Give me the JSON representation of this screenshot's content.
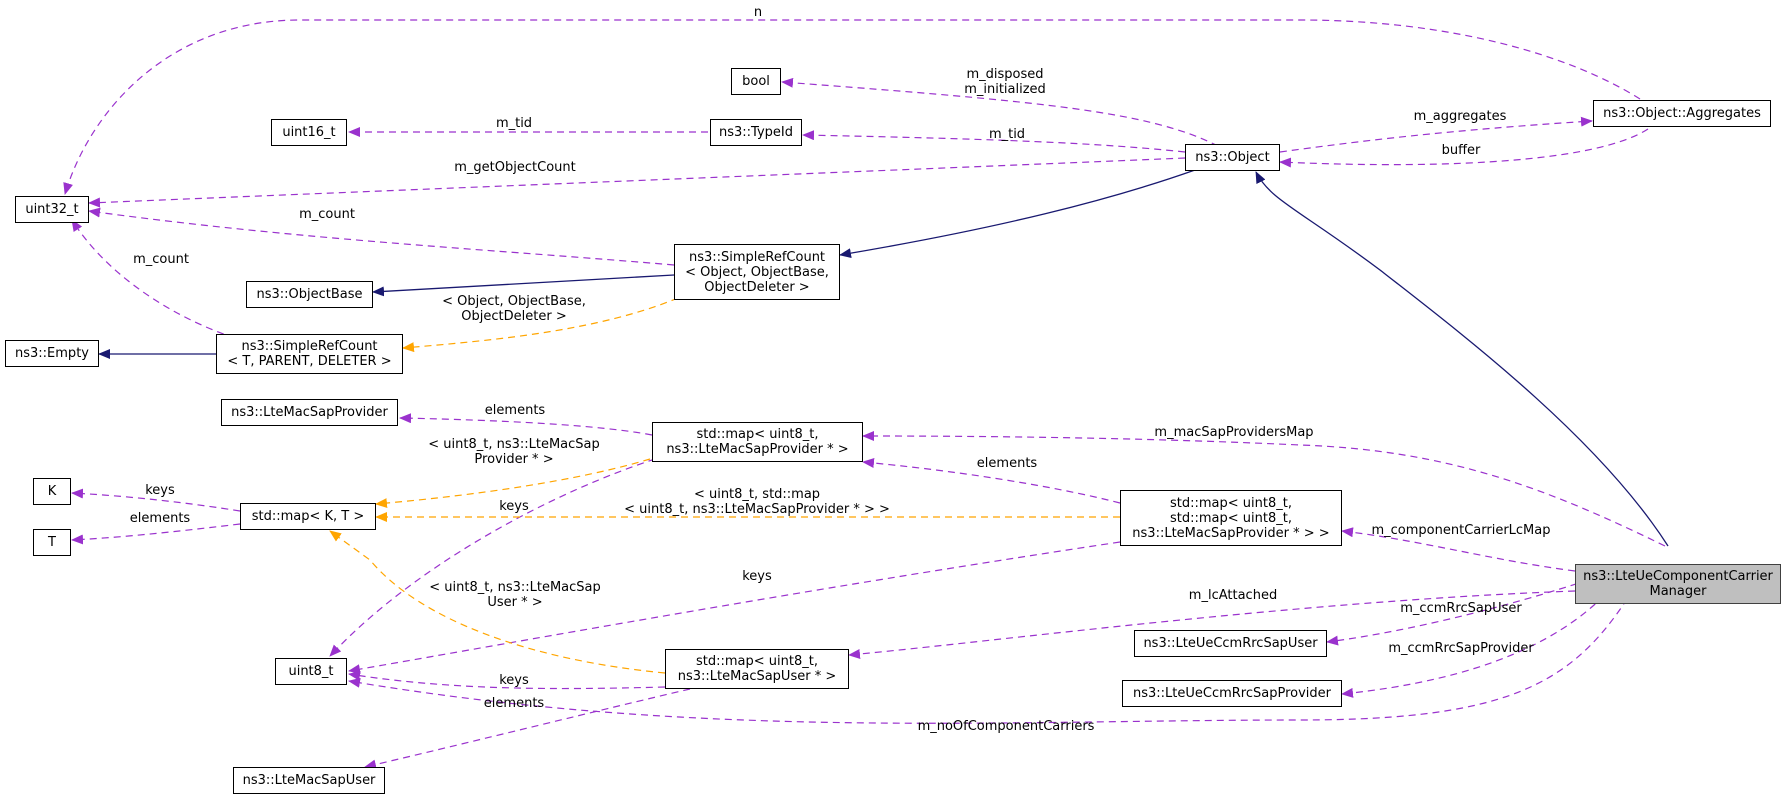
{
  "nodes": {
    "uint32_t": [
      "uint32_t"
    ],
    "uint16_t": [
      "uint16_t"
    ],
    "bool": [
      "bool"
    ],
    "typeid": [
      "ns3::TypeId"
    ],
    "object": [
      "ns3::Object"
    ],
    "aggregates": [
      "ns3::Object::Aggregates"
    ],
    "objectbase": [
      "ns3::ObjectBase"
    ],
    "simplerefcount_obj": [
      "ns3::SimpleRefCount",
      "< Object, ObjectBase,",
      "ObjectDeleter >"
    ],
    "empty": [
      "ns3::Empty"
    ],
    "simplerefcount_t": [
      "ns3::SimpleRefCount",
      "< T, PARENT, DELETER >"
    ],
    "ltemacsapprovider": [
      "ns3::LteMacSapProvider"
    ],
    "map_provider": [
      "std::map< uint8_t,",
      "ns3::LteMacSapProvider * >"
    ],
    "k": [
      "K"
    ],
    "t": [
      "T"
    ],
    "map_kt": [
      "std::map< K, T >"
    ],
    "map_map": [
      "std::map< uint8_t,",
      "std::map< uint8_t,",
      "ns3::LteMacSapProvider * > >"
    ],
    "uint8_t": [
      "uint8_t"
    ],
    "map_user": [
      "std::map< uint8_t,",
      "ns3::LteMacSapUser * >"
    ],
    "ltemacsapuser": [
      "ns3::LteMacSapUser"
    ],
    "ccmrrcsapuser": [
      "ns3::LteUeCcmRrcSapUser"
    ],
    "ccmrrcsapprovider": [
      "ns3::LteUeCcmRrcSapProvider"
    ],
    "manager": [
      "ns3::LteUeComponentCarrier",
      "Manager"
    ]
  },
  "edge_labels": {
    "n": [
      "n"
    ],
    "m_disposed_initialized": [
      "m_disposed",
      "m_initialized"
    ],
    "m_tid_1": [
      "m_tid"
    ],
    "m_tid_2": [
      "m_tid"
    ],
    "m_aggregates": [
      "m_aggregates"
    ],
    "buffer": [
      "buffer"
    ],
    "m_getObjectCount": [
      "m_getObjectCount"
    ],
    "m_count_1": [
      "m_count"
    ],
    "m_count_2": [
      "m_count"
    ],
    "tmpl_object": [
      "< Object, ObjectBase,",
      "ObjectDeleter >"
    ],
    "elements_provider": [
      "elements"
    ],
    "m_macSapProvidersMap": [
      "m_macSapProvidersMap"
    ],
    "tmpl_provider": [
      "< uint8_t, ns3::LteMacSap",
      "Provider * >"
    ],
    "keys_k": [
      "keys"
    ],
    "elements_t": [
      "elements"
    ],
    "keys_map": [
      "keys"
    ],
    "tmpl_map": [
      "< uint8_t, std::map",
      "< uint8_t, ns3::LteMacSapProvider * > >"
    ],
    "elements_map": [
      "elements"
    ],
    "m_componentCarrierLcMap": [
      "m_componentCarrierLcMap"
    ],
    "keys_long": [
      "keys"
    ],
    "tmpl_user": [
      "< uint8_t, ns3::LteMacSap",
      "User * >"
    ],
    "m_lcAttached": [
      "m_lcAttached"
    ],
    "m_ccmRrcSapUser": [
      "m_ccmRrcSapUser"
    ],
    "m_ccmRrcSapProvider": [
      "m_ccmRrcSapProvider"
    ],
    "keys_user": [
      "keys"
    ],
    "elements_user": [
      "elements"
    ],
    "m_noOfComponentCarriers": [
      "m_noOfComponentCarriers"
    ]
  },
  "colors": {
    "usage": "#9a32cd",
    "inheritance": "#191970",
    "template": "#ffa500",
    "focus_fill": "#bfbfbf"
  }
}
